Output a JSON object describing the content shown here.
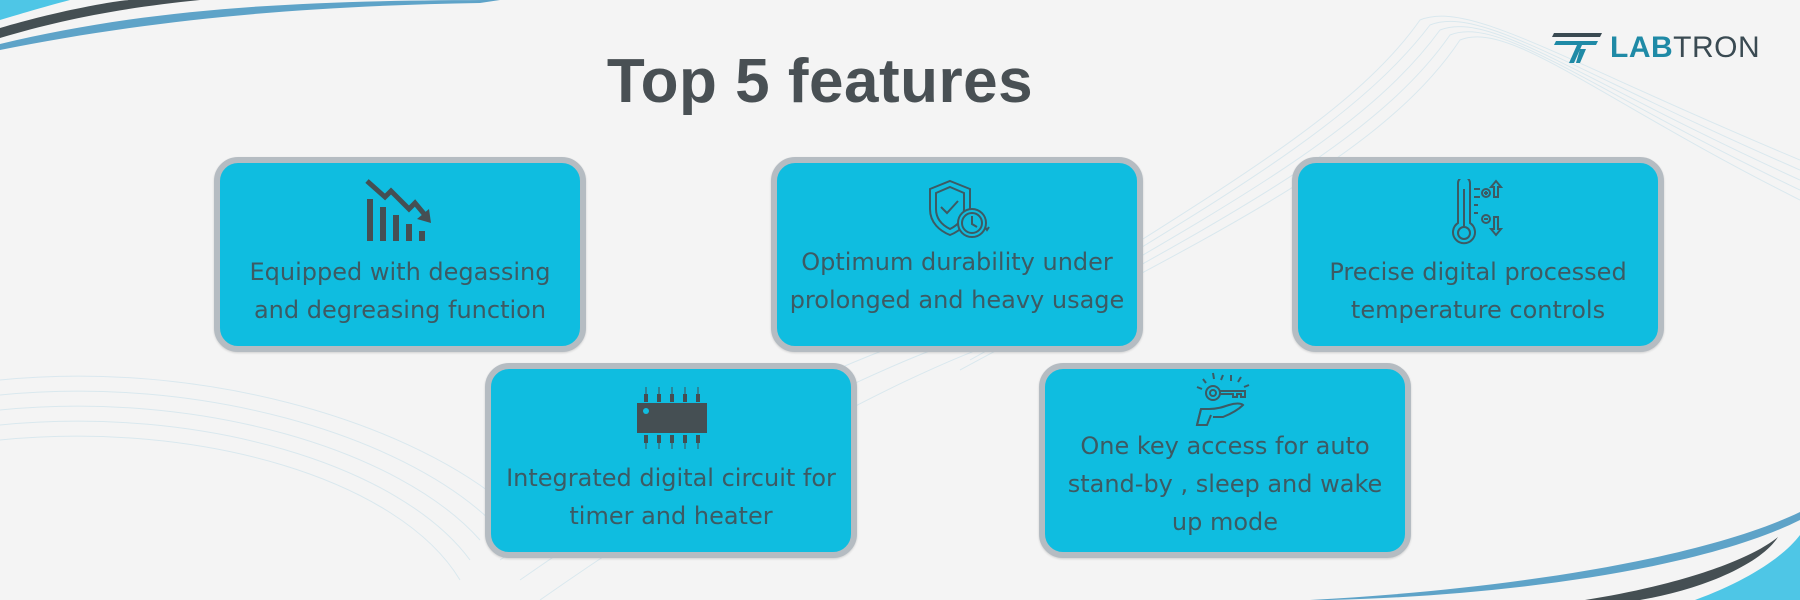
{
  "header": {
    "title": "Top 5 features",
    "logo": {
      "lab": "LAB",
      "tron": "TRON"
    }
  },
  "colors": {
    "card_bg": "#0fbde0",
    "card_border": "#b5bcc2",
    "text": "#3d5a63",
    "title": "#495054",
    "accent_blue": "#5ea3c8",
    "dark_stripe": "#454f53",
    "light_blue": "#4ec6e6"
  },
  "features": [
    {
      "icon": "decline-chart-icon",
      "text": "Equipped with degassing and degreasing function"
    },
    {
      "icon": "shield-clock-icon",
      "text": "Optimum durability under prolonged and heavy usage"
    },
    {
      "icon": "thermometer-icon",
      "text": "Precise digital processed temperature controls"
    },
    {
      "icon": "chip-icon",
      "text": "Integrated digital circuit for timer and heater"
    },
    {
      "icon": "key-hand-icon",
      "text": "One key access for auto stand-by , sleep and wake up mode"
    }
  ]
}
